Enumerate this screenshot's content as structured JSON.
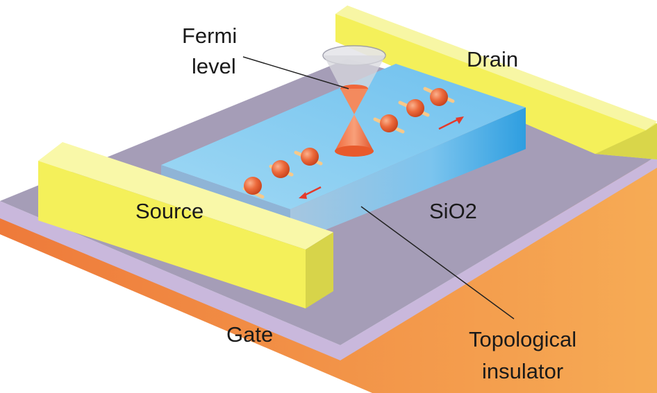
{
  "labels": {
    "fermi_line1": "Fermi",
    "fermi_line2": "level",
    "drain": "Drain",
    "source": "Source",
    "sio2": "SiO2",
    "gate": "Gate",
    "topo_line1": "Topological",
    "topo_line2": "insulator"
  },
  "colors": {
    "gate_orange": "#f29a4a",
    "sio2_layer": "#c9b8dc",
    "substrate_top": "#a49cb6",
    "electrode_yellow": "#f4f05a",
    "insulator_blue": "#7ec8f0",
    "electron": "#e85a2c",
    "spin_arrow": "#f7c98a",
    "current_arrow": "#e53a2a"
  }
}
